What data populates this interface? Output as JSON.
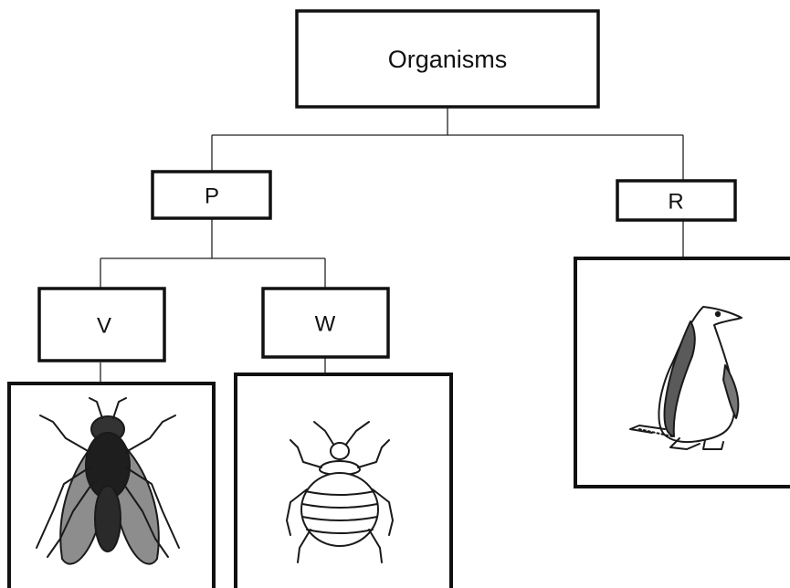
{
  "diagram": {
    "root": {
      "label": "Organisms"
    },
    "group_p": {
      "label": "P"
    },
    "group_r": {
      "label": "R"
    },
    "group_v": {
      "label": "V"
    },
    "group_w": {
      "label": "W"
    }
  },
  "images": {
    "v": "housefly",
    "w": "bed-bug",
    "r": "penguin"
  },
  "colors": {
    "ink": "#111111",
    "background": "#ffffff"
  }
}
